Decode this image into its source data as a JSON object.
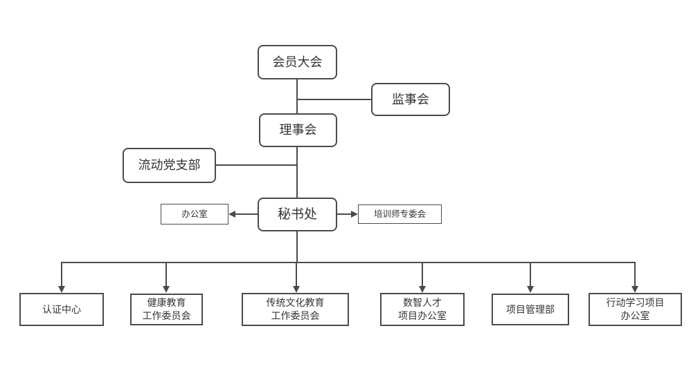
{
  "diagram": {
    "type": "org-chart",
    "colors": {
      "background": "#ffffff",
      "line": "#4a4a4a",
      "border": "#4a4a4a",
      "text": "#333333"
    },
    "nodes": {
      "members_assembly": {
        "label": "会员大会"
      },
      "supervisory_board": {
        "label": "监事会"
      },
      "council": {
        "label": "理事会"
      },
      "mobile_party_branch": {
        "label": "流动党支部"
      },
      "secretariat": {
        "label": "秘书处"
      },
      "office": {
        "label": "办公室"
      },
      "trainer_committee": {
        "label": "培训师专委会"
      },
      "certification_center": {
        "label": "认证中心"
      },
      "health_education_committee": {
        "label": "健康教育\n工作委员会"
      },
      "traditional_culture_committee": {
        "label": "传统文化教育\n工作委员会"
      },
      "digital_talent_office": {
        "label": "数智人才\n项目办公室"
      },
      "project_management_dept": {
        "label": "项目管理部"
      },
      "action_learning_office": {
        "label": "行动学习项目\n办公室"
      }
    },
    "edges": [
      {
        "from": "members_assembly",
        "to": "council",
        "arrow": false
      },
      {
        "from": "members_assembly",
        "to": "supervisory_board",
        "arrow": false
      },
      {
        "from": "council",
        "to": "secretariat",
        "arrow": false
      },
      {
        "from": "council",
        "to": "mobile_party_branch",
        "arrow": false
      },
      {
        "from": "secretariat",
        "to": "office",
        "arrow": true
      },
      {
        "from": "secretariat",
        "to": "trainer_committee",
        "arrow": true
      },
      {
        "from": "secretariat",
        "to": "certification_center",
        "arrow": true
      },
      {
        "from": "secretariat",
        "to": "health_education_committee",
        "arrow": true
      },
      {
        "from": "secretariat",
        "to": "traditional_culture_committee",
        "arrow": true
      },
      {
        "from": "secretariat",
        "to": "digital_talent_office",
        "arrow": true
      },
      {
        "from": "secretariat",
        "to": "project_management_dept",
        "arrow": true
      },
      {
        "from": "secretariat",
        "to": "action_learning_office",
        "arrow": true
      }
    ]
  }
}
